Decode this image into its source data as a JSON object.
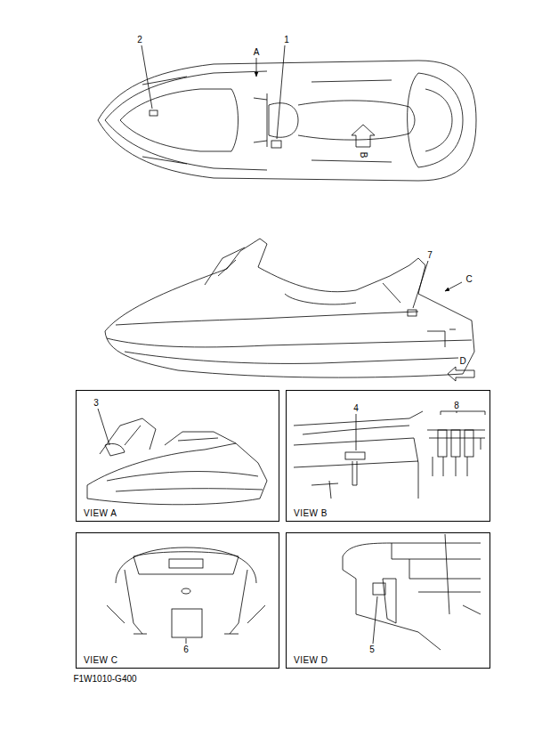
{
  "diagram": {
    "nodes": [
      {
        "text": [
          "VIEW A"
        ]
      },
      {
        "text": [
          "VIEW B"
        ]
      },
      {
        "text": [
          "VIEW C"
        ]
      },
      {
        "text": [
          "VIEW D"
        ]
      }
    ],
    "labels": [
      "A",
      "2",
      "1",
      "B",
      "7",
      "C",
      "D",
      "3",
      "4",
      "8",
      "6",
      "5",
      "F1W1010-G400"
    ]
  }
}
